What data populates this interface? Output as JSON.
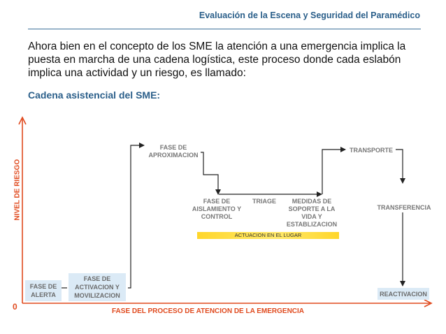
{
  "header": {
    "title": "Evaluación de la Escena y  Seguridad del Paramédico"
  },
  "intro": "Ahora bien en el concepto de los SME la atención a una emergencia implica la puesta en marcha de una cadena logística, este proceso donde cada eslabón implica una actividad y un riesgo, es llamado:",
  "section_title": "Cadena asistencial del SME:",
  "diagram": {
    "axis_y_label": "NIVEL DE RIESGO",
    "axis_x_label": "FASE DEL PROCESO DE ATENCION DE LA EMERGENCIA",
    "origin_label": "0",
    "phases": {
      "alerta": "FASE DE ALERTA",
      "activacion": "FASE DE ACTIVACION Y MOVILIZACION",
      "aproximacion": "FASE DE APROXIMACION",
      "aislamiento": "FASE DE AISLAMIENTO Y CONTROL",
      "triage": "TRIAGE",
      "medidas": "MEDIDAS DE SOPORTE A LA VIDA Y ESTABLIZACION",
      "transporte": "TRANSPORTE",
      "transferencia": "TRANSFERENCIA",
      "reactivacion": "REACTIVACION"
    },
    "actuacion_label": "ACTUACION EN EL LUGAR"
  },
  "colors": {
    "axis": "#e04a1e",
    "heading": "#2b5f8a",
    "box_fill": "#dbeaf6",
    "bar": "#ffd62a"
  }
}
